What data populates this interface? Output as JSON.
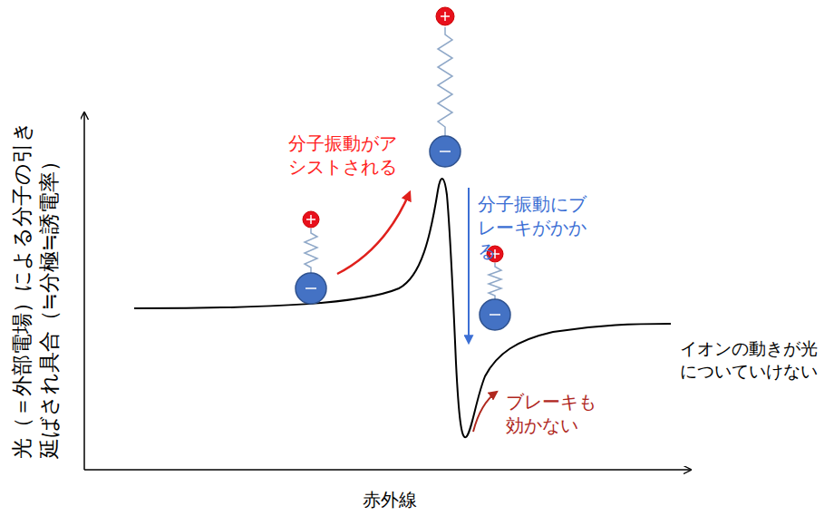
{
  "diagram": {
    "labels": [
      "光（＝外部電場）による分子の引き 延ばされ具合（≒分極≒誘電率）",
      "分子振動がアシストされる",
      "分子振動にブレーキがかかる",
      "ブレーキも効かない",
      "イオンの動きが光についていけない",
      "赤外線"
    ]
  }
}
